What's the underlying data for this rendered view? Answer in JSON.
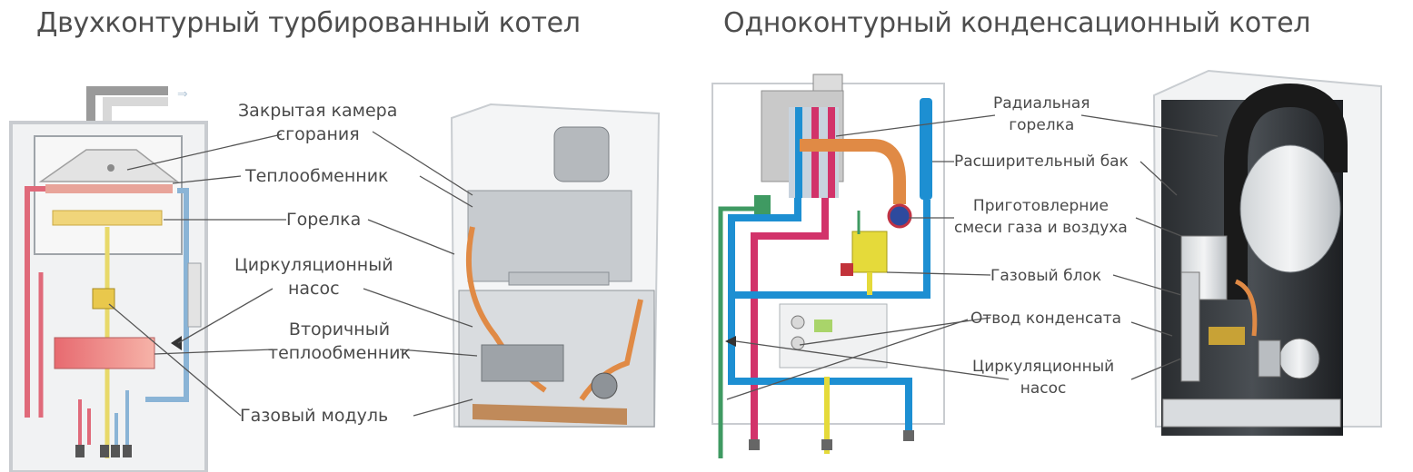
{
  "left": {
    "title": "Двухконтурный турбированный котел",
    "labels": {
      "combustion_chamber": [
        "Закрытая камера",
        "сгорания"
      ],
      "heat_exchanger": "Теплообменник",
      "burner": "Горелка",
      "circulation_pump": [
        "Циркуляционный",
        "насос"
      ],
      "secondary_exchanger": [
        "Вторичный",
        "теплообменник"
      ],
      "gas_module": "Газовый модуль"
    }
  },
  "right": {
    "title": "Одноконтурный конденсационный котел",
    "labels": {
      "radial_burner": [
        "Радиальная",
        "горелка"
      ],
      "expansion_tank": "Расширительный бак",
      "gas_air_mix": [
        "Приготовлерние",
        "смеси газа и воздуха"
      ],
      "gas_block": "Газовый блок",
      "condensate_drain": "Отвод конденсата",
      "circulation_pump": [
        "Циркуляционный",
        "насос"
      ]
    }
  },
  "colors": {
    "hot_line": "#e06a7a",
    "cold_line": "#8ab4d6",
    "gas_line": "#e8d96a",
    "red_pipe": "#d2336a",
    "blue_pipe": "#1d8fd2",
    "green_pipe": "#3f9a62",
    "yellow_pipe": "#e5da3a",
    "copper_pipe": "#e08a45",
    "label_text": "#4a4a4a",
    "leader_line": "#555555"
  }
}
